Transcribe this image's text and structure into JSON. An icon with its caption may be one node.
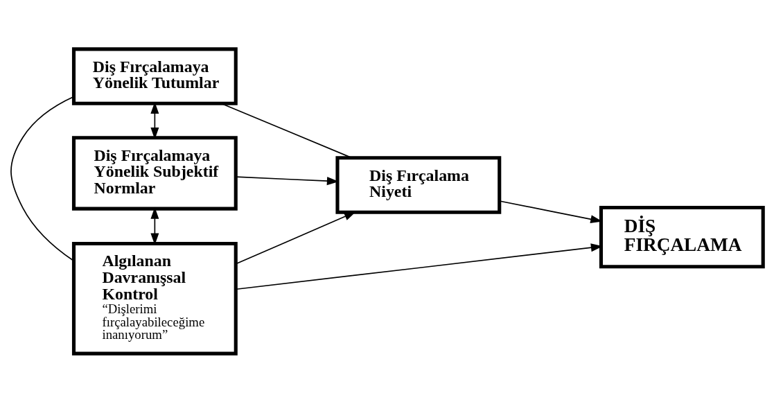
{
  "diagram": {
    "nodes": [
      {
        "text": [
          "Diş Fırçalamaya Yönelik Tutumlar"
        ]
      },
      {
        "text": [
          "Diş Fırçalamaya Yönelik Subjektif Normlar"
        ]
      },
      {
        "text": [
          "Algılanan Davranışsal Kontrol",
          "“Dişlerimi fırçalayabileceğime inanıyorum”"
        ]
      },
      {
        "text": [
          "Diş Fırçalama Niyeti"
        ]
      },
      {
        "text": [
          "DİŞ FIRÇALAMA"
        ]
      }
    ],
    "edges": [
      {
        "from": 0,
        "to": 1,
        "arrow": "both"
      },
      {
        "from": 1,
        "to": 2,
        "arrow": "both"
      },
      {
        "from": 0,
        "to": 2,
        "arrow": "none"
      },
      {
        "from": 0,
        "to": 3,
        "arrow": "none"
      },
      {
        "from": 1,
        "to": 3,
        "arrow": "to"
      },
      {
        "from": 2,
        "to": 3,
        "arrow": "to"
      },
      {
        "from": 3,
        "to": 4,
        "arrow": "to"
      },
      {
        "from": 2,
        "to": 4,
        "arrow": "to"
      }
    ]
  }
}
